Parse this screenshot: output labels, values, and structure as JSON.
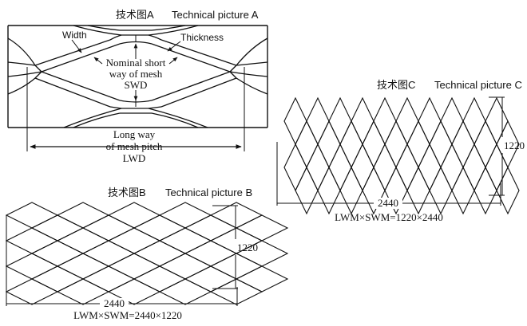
{
  "picture_a": {
    "title_cn": "技术图A",
    "title_en": "Technical picture A",
    "label_width": "Width",
    "label_thickness": "Thickness",
    "label_swd_line1": "Nominal short",
    "label_swd_line2": "way of mesh",
    "label_swd_line3": "SWD",
    "label_lwd_line1": "Long way",
    "label_lwd_line2": "of mesh pitch",
    "label_lwd_line3": "LWD"
  },
  "picture_b": {
    "title_cn": "技术图B",
    "title_en": "Technical picture B",
    "dim_width": "2440",
    "dim_height": "1220",
    "formula": "LWM×SWM=2440×1220"
  },
  "picture_c": {
    "title_cn": "技术图C",
    "title_en": "Technical picture C",
    "dim_width": "2440",
    "dim_height": "1220",
    "formula": "LWM×SWM=1220×2440"
  },
  "colors": {
    "ink": "#111111",
    "background": "#ffffff"
  }
}
